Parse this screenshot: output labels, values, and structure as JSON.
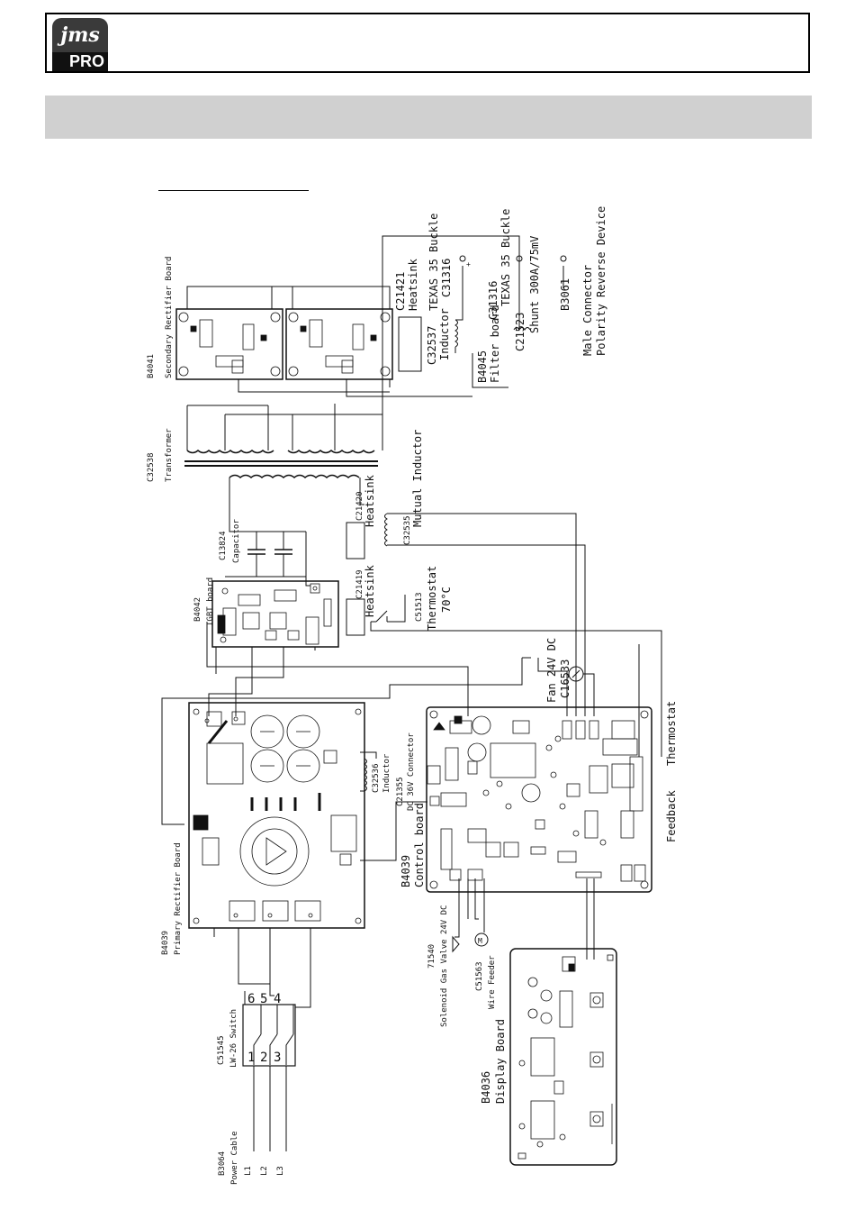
{
  "logo": {
    "brand": "jms",
    "pro": "PRO"
  },
  "labels": {
    "b4041": "B4041",
    "secondary_rectifier": "Secondary Rectifier Board",
    "c21421": "C21421",
    "heatsink": "Heatsink",
    "texas_buckle_1": "TEXAS 35 Buckle",
    "c31316_a": "C31316",
    "c32537": "C32537",
    "inductor": "Inductor",
    "b4045": "B4045",
    "filter_board": "Filter board",
    "c31316_b": "C31316",
    "texas_buckle_2": "TEXAS 35 Buckle",
    "c21523": "C21523",
    "shunt": "Shunt 300A/75mV",
    "b3061": "B3061",
    "male_connector": "Male Connector",
    "polarity_device": "Polarity Reverse Device",
    "c32538": "C32538",
    "transformer": "Transformer",
    "c21420": "C21420",
    "heatsink_2": "Heatsink",
    "c32535": "C32535",
    "mutual_inductor": "Mutual Inductor",
    "c13824": "C13824",
    "capacitor": "Capacitor",
    "b4042": "B4042",
    "igbt_board": "IGBT board",
    "c21419": "C21419",
    "heatsink_3": "Heatsink",
    "c51513": "C51513",
    "thermostat_70": "Thermostat",
    "temp_70": "70°C",
    "fan": "Fan 24V DC",
    "c16533": "C16533",
    "thermostat": "Thermostat",
    "feedback": "Feedback",
    "c21355": "C21355",
    "dc36_connector": "DC 36V Connector",
    "c32536": "C32536",
    "inductor_2": "Inductor",
    "b4039_ctrl": "B4039",
    "control_board": "Control board",
    "b4039_primary": "B4039",
    "primary_rectifier": "Primary Rectifier Board",
    "c71540": "71540",
    "solenoid": "Solenoid Gas Valve 24V DC",
    "c51563": "C51563",
    "wire_feeder": "Wire Feeder",
    "b4036": "B4036",
    "display_board": "Display Board",
    "c51545": "C51545",
    "lw26_switch": "LW-26 Switch",
    "b3064": "B3064",
    "power_cable": "Power Cable",
    "l1": "L1",
    "l2": "L2",
    "l3": "L3",
    "n1": "1",
    "n2": "2",
    "n3": "3",
    "n4": "4",
    "n5": "5",
    "n6": "6"
  }
}
